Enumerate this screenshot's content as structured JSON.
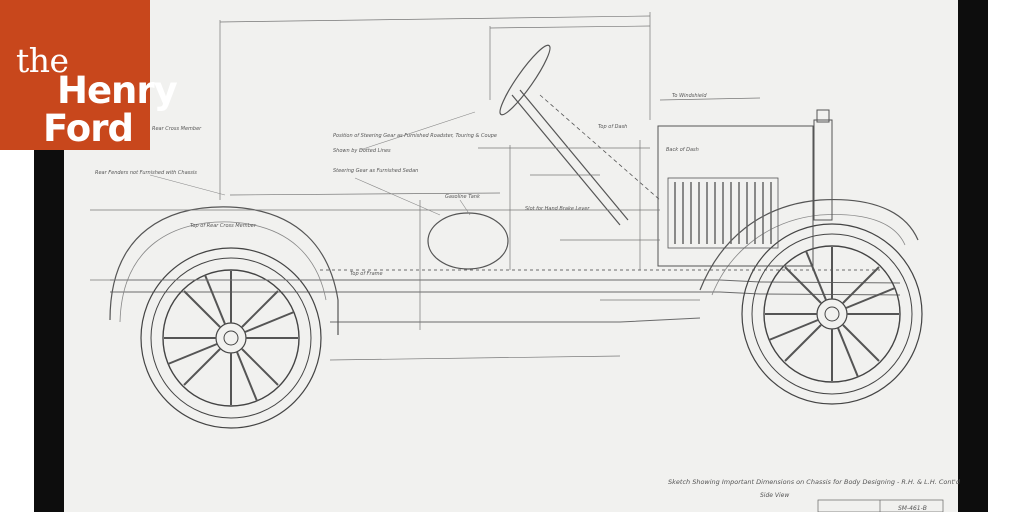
{
  "brand": {
    "line1": "the",
    "line2": "Henry",
    "line3": "Ford",
    "tile_color": "#c8471c"
  },
  "drawing": {
    "title": "Sketch Showing Important Dimensions on Chassis for Body Designing - R.H. & L.H. Cont'd",
    "subtitle": "Side View",
    "drawing_number": "SM-461-B",
    "notes": [
      "Rear Cross Member",
      "Rear Fenders not Furnished with Chassis",
      "Position of Steering Gear as Furnished Roadster, Touring & Coupe",
      "Shown by Dotted Lines",
      "Steering Gear as Furnished Sedan",
      "Gasoline Tank",
      "Slot for Hand Brake Lever",
      "Top of Rear Cross Member",
      "Top of Frame",
      "Top of Dash",
      "Back of Dash",
      "To Windshield"
    ]
  }
}
